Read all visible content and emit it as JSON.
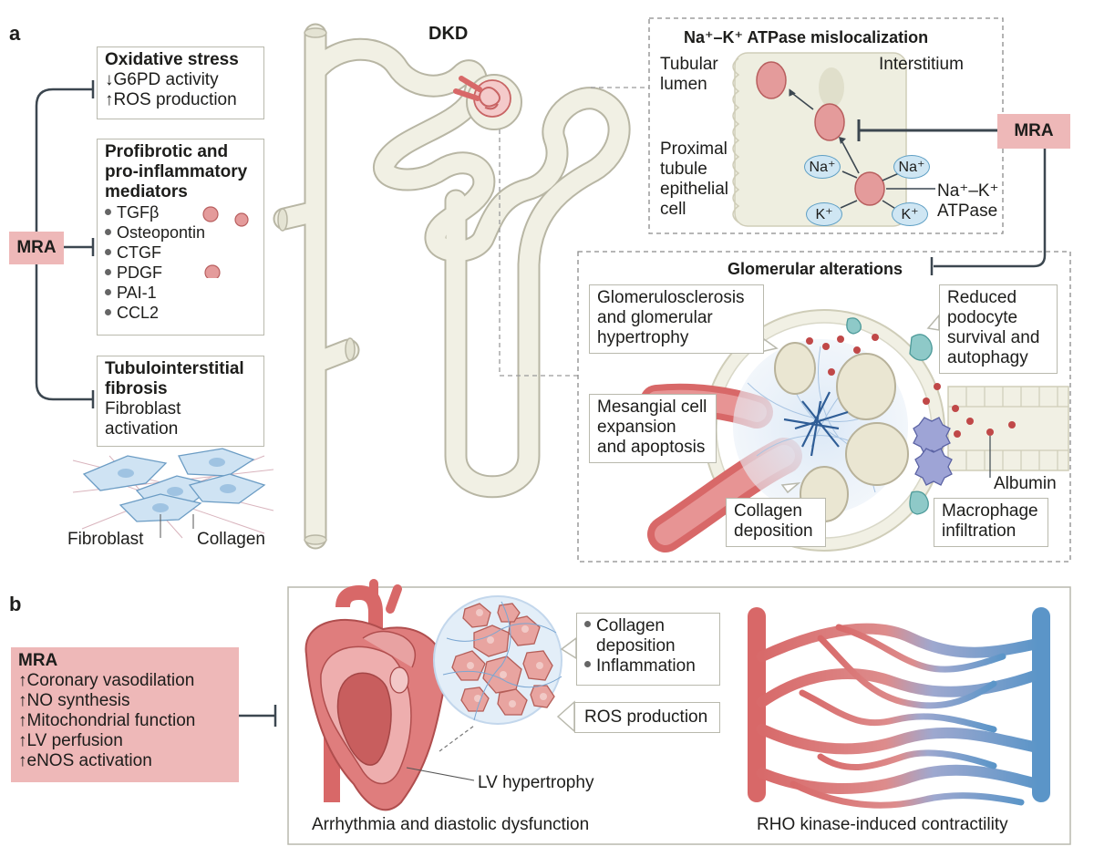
{
  "panel_a": {
    "label": "a",
    "title": "DKD",
    "mra": "MRA",
    "oxidative": {
      "title": "Oxidative stress",
      "lines": [
        "↓G6PD activity",
        "↑ROS production"
      ]
    },
    "profibrotic": {
      "title_lines": [
        "Profibrotic and",
        "pro-inflammatory",
        "mediators"
      ],
      "items": [
        "TGFβ",
        "Osteopontin",
        "CTGF",
        "PDGF",
        "PAI-1",
        "CCL2"
      ]
    },
    "tubulo": {
      "title_lines": [
        "Tubulointerstitial",
        "fibrosis"
      ],
      "lines": [
        "Fibroblast",
        "activation"
      ]
    },
    "fibroblast_label": "Fibroblast",
    "collagen_label": "Collagen",
    "atpase": {
      "title": "Na⁺–K⁺ ATPase mislocalization",
      "tubular_lumen": [
        "Tubular",
        "lumen"
      ],
      "interstitium": "Interstitium",
      "proximal": [
        "Proximal",
        "tubule",
        "epithelial",
        "cell"
      ],
      "na_ion": "Na⁺",
      "k_ion": "K⁺",
      "pump_label": [
        "Na⁺–K⁺",
        "ATPase"
      ],
      "mra": "MRA"
    },
    "glomerular": {
      "title": "Glomerular alterations",
      "glomerulosclerosis": [
        "Glomerulosclerosis",
        "and glomerular",
        "hypertrophy"
      ],
      "podocyte": [
        "Reduced",
        "podocyte",
        "survival and",
        "autophagy"
      ],
      "mesangial": [
        "Mesangial cell",
        "expansion",
        "and apoptosis"
      ],
      "albumin": "Albumin",
      "collagen_dep": [
        "Collagen",
        "deposition"
      ],
      "macrophage": [
        "Macrophage",
        "infiltration"
      ]
    }
  },
  "panel_b": {
    "label": "b",
    "mra_title": "MRA",
    "mra_items": [
      "↑Coronary vasodilation",
      "↑NO synthesis",
      "↑Mitochondrial function",
      "↑LV perfusion",
      "↑eNOS activation"
    ],
    "bullets": [
      "Collagen",
      "deposition",
      "Inflammation"
    ],
    "ros": "ROS production",
    "lv": "LV hypertrophy",
    "arrhythmia": "Arrhythmia and diastolic dysfunction",
    "rho": "RHO kinase-induced contractility"
  },
  "colors": {
    "mra_fill": "#eeb8b8",
    "tubule": "#f1f0e4",
    "vessel_red": "#d86868",
    "vessel_blue": "#5e97c8",
    "inhibitor": "#3c4750"
  }
}
